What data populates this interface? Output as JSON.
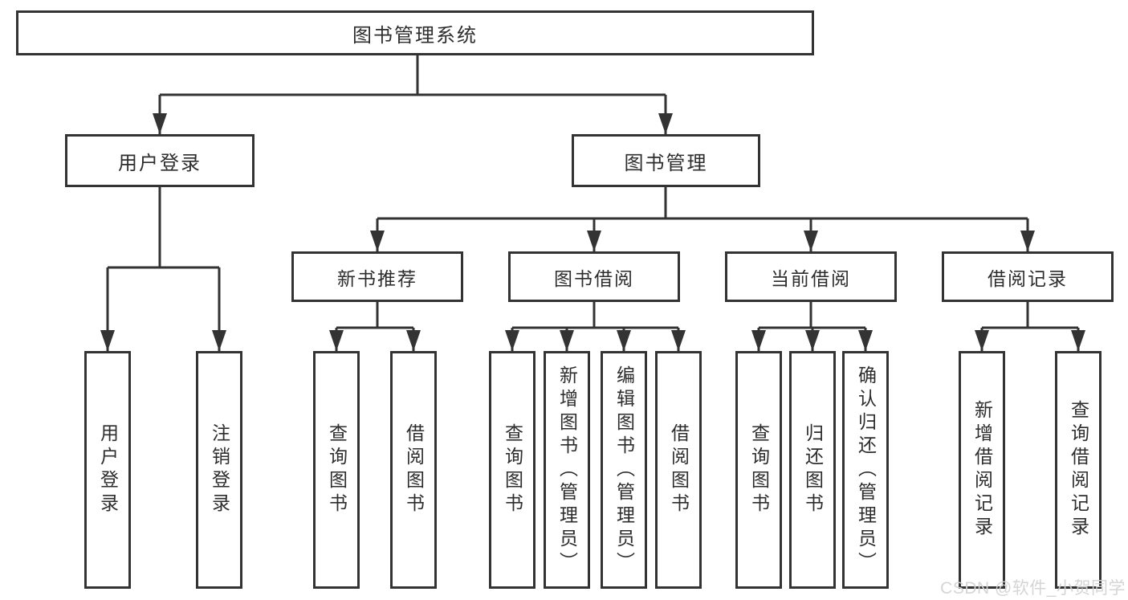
{
  "diagram": {
    "root": {
      "label": "图书管理系统"
    },
    "level2": [
      {
        "id": "user-login",
        "label": "用户登录"
      },
      {
        "id": "book-management",
        "label": "图书管理"
      }
    ],
    "level3": [
      {
        "id": "new-book-recommend",
        "label": "新书推荐",
        "parent": "book-management"
      },
      {
        "id": "book-borrowing",
        "label": "图书借阅",
        "parent": "book-management"
      },
      {
        "id": "current-borrowing",
        "label": "当前借阅",
        "parent": "book-management"
      },
      {
        "id": "borrowing-records",
        "label": "借阅记录",
        "parent": "book-management"
      }
    ],
    "leaves": [
      {
        "id": "leaf-user-login",
        "label": "用户登录",
        "parent": "user-login"
      },
      {
        "id": "leaf-logout",
        "label": "注销登录",
        "parent": "user-login"
      },
      {
        "id": "leaf-query-books-1",
        "label": "查询图书",
        "parent": "new-book-recommend"
      },
      {
        "id": "leaf-borrow-books-1",
        "label": "借阅图书",
        "parent": "new-book-recommend"
      },
      {
        "id": "leaf-query-books-2",
        "label": "查询图书",
        "parent": "book-borrowing"
      },
      {
        "id": "leaf-add-books",
        "label": "新增图书（管理员）",
        "parent": "book-borrowing"
      },
      {
        "id": "leaf-edit-books",
        "label": "编辑图书（管理员）",
        "parent": "book-borrowing"
      },
      {
        "id": "leaf-borrow-books-2",
        "label": "借阅图书",
        "parent": "book-borrowing"
      },
      {
        "id": "leaf-query-books-3",
        "label": "查询图书",
        "parent": "current-borrowing"
      },
      {
        "id": "leaf-return-books",
        "label": "归还图书",
        "parent": "current-borrowing"
      },
      {
        "id": "leaf-confirm-return",
        "label": "确认归还（管理员）",
        "parent": "current-borrowing"
      },
      {
        "id": "leaf-add-borrow-record",
        "label": "新增借阅记录",
        "parent": "borrowing-records"
      },
      {
        "id": "leaf-query-borrow-record",
        "label": "查询借阅记录",
        "parent": "borrowing-records"
      }
    ]
  },
  "watermark": {
    "text": "CSDN @软件_小贺同学"
  },
  "colors": {
    "line": "#333333",
    "background": "#ffffff",
    "watermark": "#d3d3d3"
  }
}
